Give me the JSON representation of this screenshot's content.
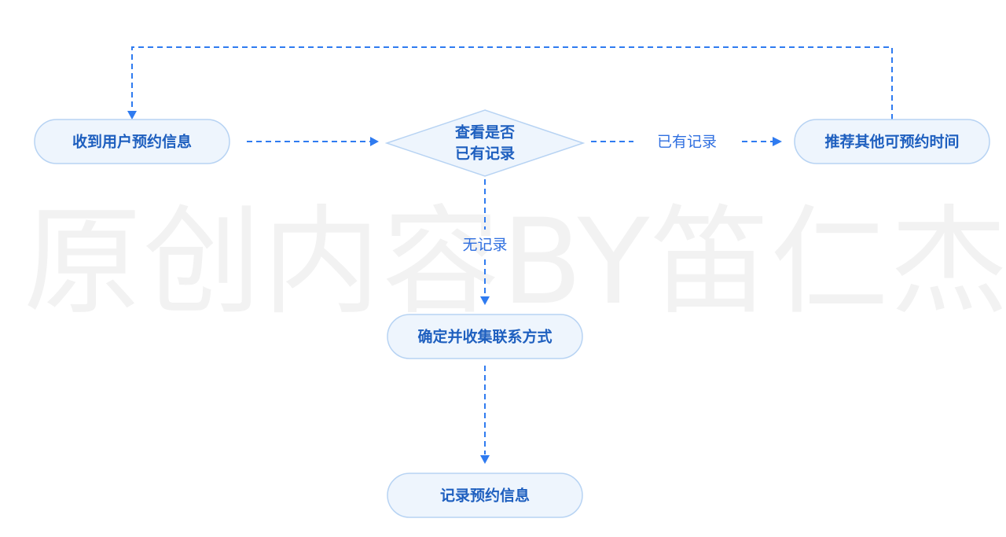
{
  "watermark": "原创内容BY笛仁杰",
  "nodes": {
    "receive": "收到用户预约信息",
    "check": [
      "查看是否",
      "已有记录"
    ],
    "recommend": "推荐其他可预约时间",
    "confirm": "确定并收集联系方式",
    "record": "记录预约信息"
  },
  "edge_labels": {
    "has_record": "已有记录",
    "no_record": "无记录"
  },
  "colors": {
    "accent": "#2f7bf0",
    "node_fill": "#eef5fd",
    "node_stroke": "#b7d3f3",
    "node_text": "#1e5fbf"
  }
}
